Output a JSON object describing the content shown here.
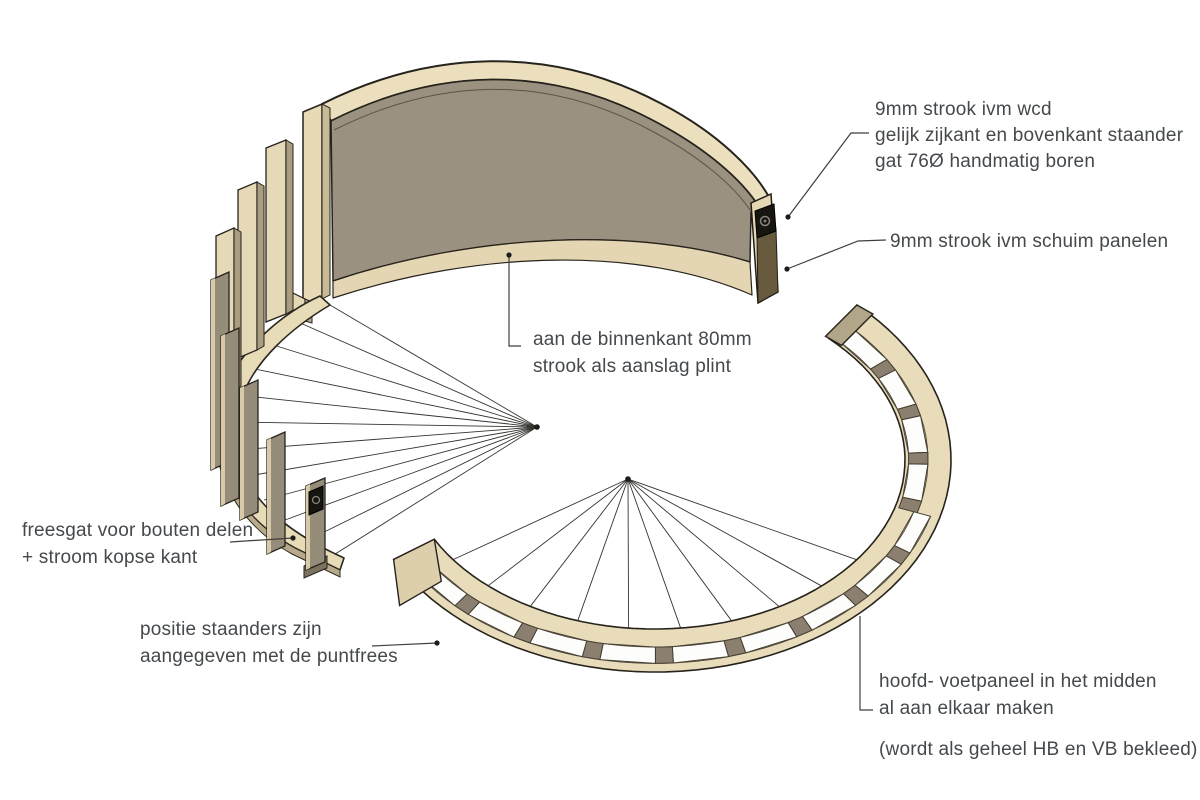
{
  "annotations": {
    "wcd": {
      "lines": [
        "9mm strook ivm wcd",
        "gelijk zijkant en bovenkant staander",
        "gat 76Ø handmatig boren"
      ]
    },
    "schuim": {
      "lines": [
        "9mm strook ivm schuim panelen"
      ]
    },
    "plint": {
      "lines": [
        "aan de binnenkant 80mm",
        "strook als aanslag plint"
      ]
    },
    "freesgat": {
      "lines": [
        "freesgat voor bouten delen",
        "+ stroom kopse kant"
      ]
    },
    "positie": {
      "lines": [
        "positie staanders zijn",
        "aangegeven met de puntfrees"
      ]
    },
    "paneel": {
      "lines": [
        "hoofd- voetpaneel in het midden",
        "al aan elkaar maken"
      ]
    },
    "bekleed": {
      "lines": [
        "(wordt als geheel HB en VB bekleed)"
      ]
    }
  },
  "colors": {
    "plywood_light": "#e9dcba",
    "panel_face_gray": "#9a9180",
    "end_strip_brown": "#675a3d",
    "spacer_gray": "#8b8070",
    "outline": "#26231c",
    "text": "#45494c",
    "socket_black": "#17150f"
  }
}
